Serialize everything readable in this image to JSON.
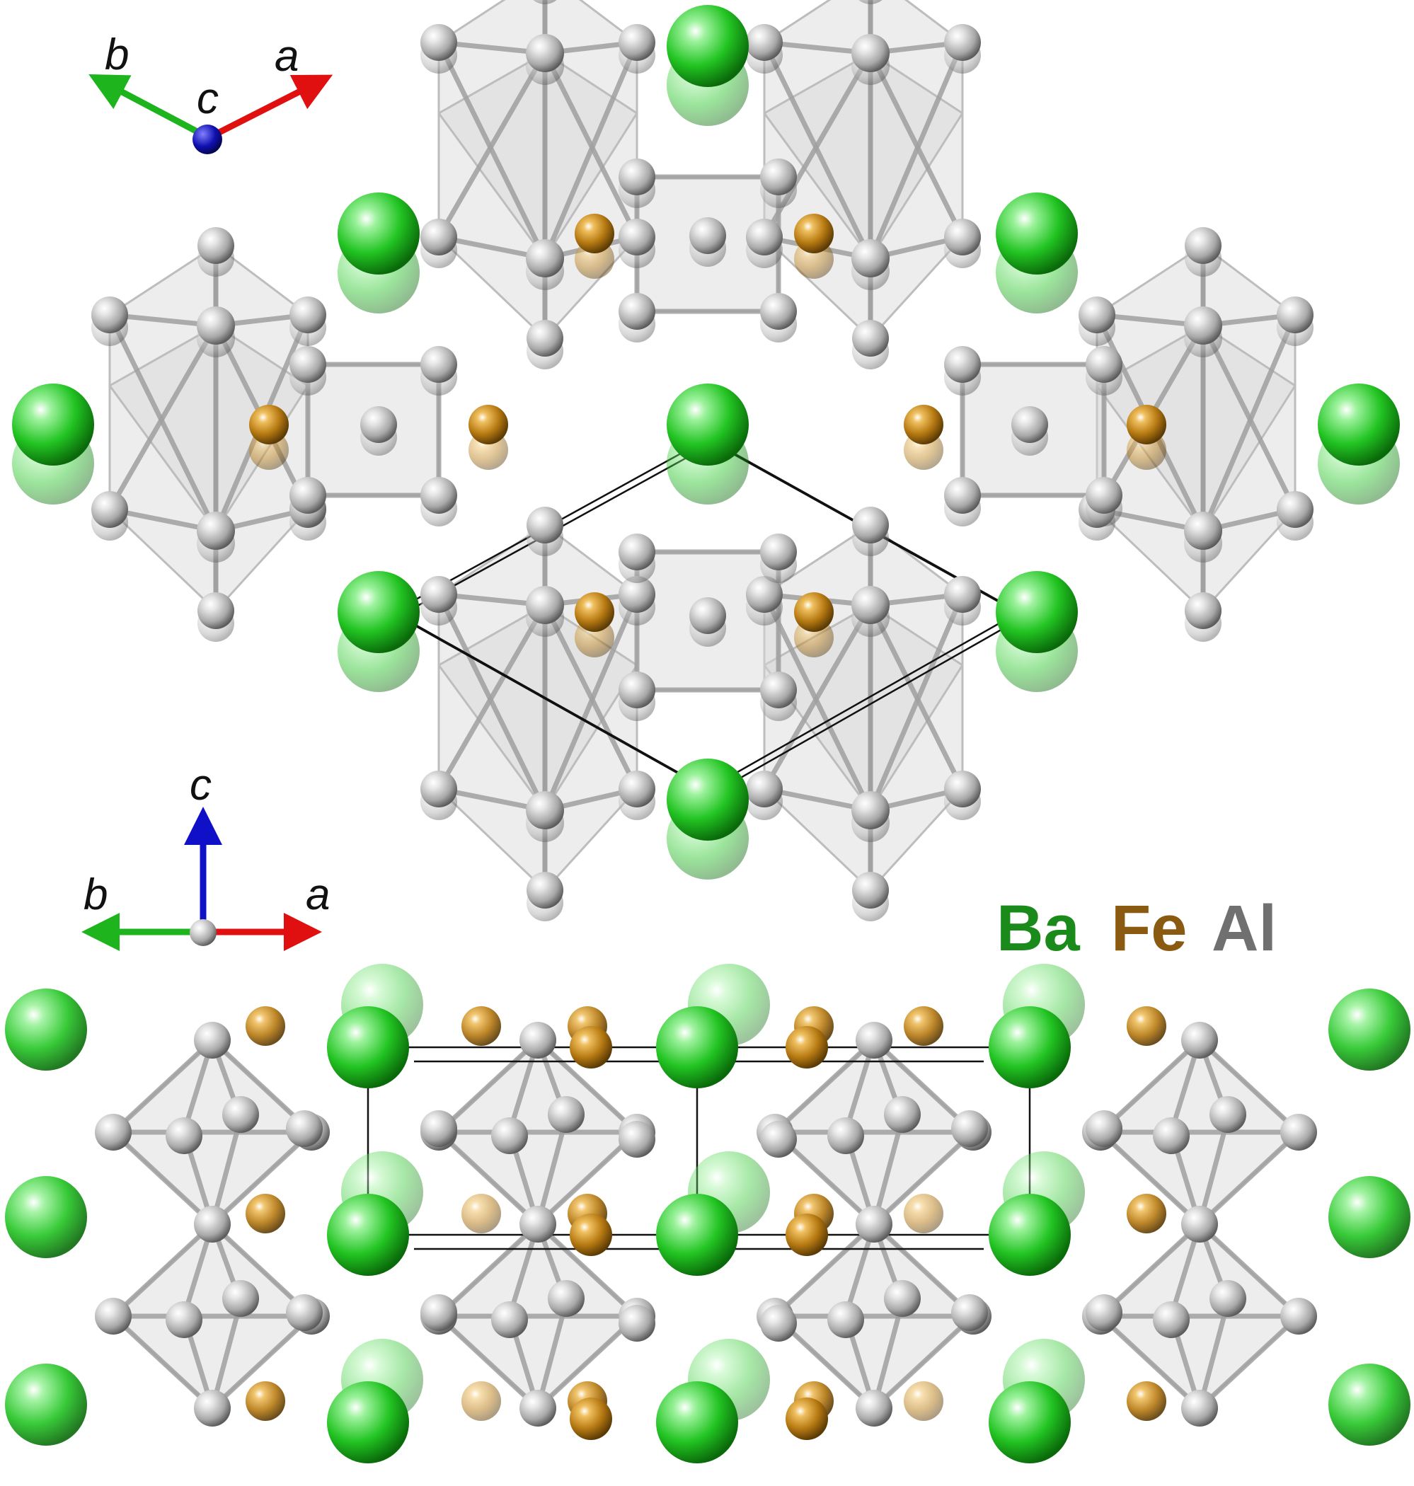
{
  "axes_top": {
    "a": "a",
    "b": "b",
    "c": "c"
  },
  "axes_bottom": {
    "a": "a",
    "b": "b",
    "c": "c"
  },
  "legend": [
    {
      "label": "Ba",
      "color": "#1a8a1a"
    },
    {
      "label": "Fe",
      "color": "#8a5a10"
    },
    {
      "label": "Al",
      "color": "#707070"
    }
  ],
  "colors": {
    "ba": "#22c422",
    "fe": "#b77a12",
    "al": "#c4c4c4",
    "axis_a": "#e01010",
    "axis_b": "#1db41d",
    "axis_c": "#1010c8",
    "polyhedra": "#d8d8d8",
    "bonds": "#9a9a9a",
    "cell": "#111111"
  }
}
